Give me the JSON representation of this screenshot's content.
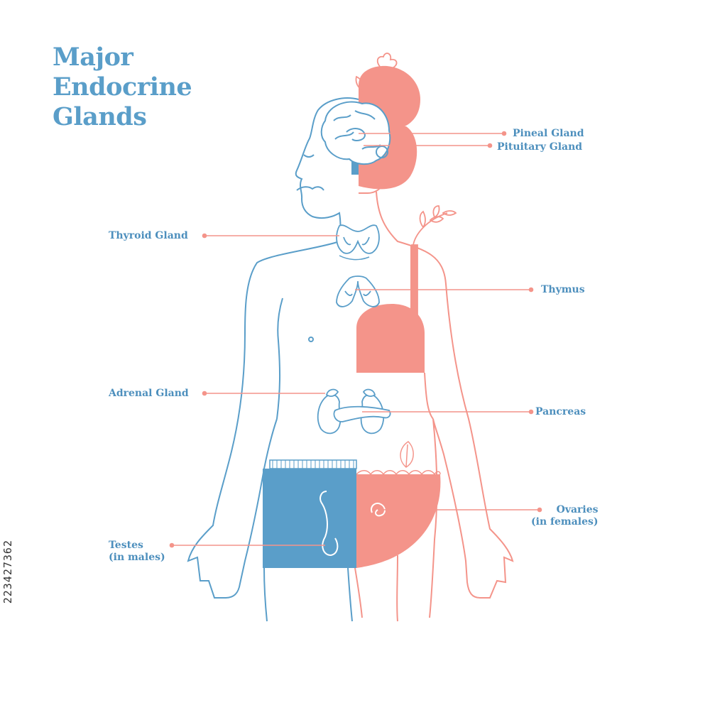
{
  "title": {
    "line1": "Major",
    "line2": "Endocrine",
    "line3": "Glands"
  },
  "labels": {
    "pineal": "Pineal Gland",
    "pituitary": "Pituitary Gland",
    "thyroid": "Thyroid Gland",
    "thymus": "Thymus",
    "adrenal": "Adrenal Gland",
    "pancreas": "Pancreas",
    "ovaries_1": "Ovaries",
    "ovaries_2": "(in females)",
    "testes_1": "Testes",
    "testes_2": "(in males)"
  },
  "watermark": "223427362",
  "colors": {
    "male": "#5a9ec9",
    "female": "#f4948a",
    "label_text": "#4d8fbd",
    "leader": "#f4948a"
  },
  "icons": {
    "brain": "brain-icon",
    "thyroid": "thyroid-icon",
    "thymus": "thymus-icon",
    "adrenal": "adrenal-kidney-icon",
    "pancreas": "pancreas-icon",
    "testis": "testis-icon",
    "ovary": "ovary-icon",
    "flower": "flower-icon",
    "leaf": "leaf-icon"
  }
}
